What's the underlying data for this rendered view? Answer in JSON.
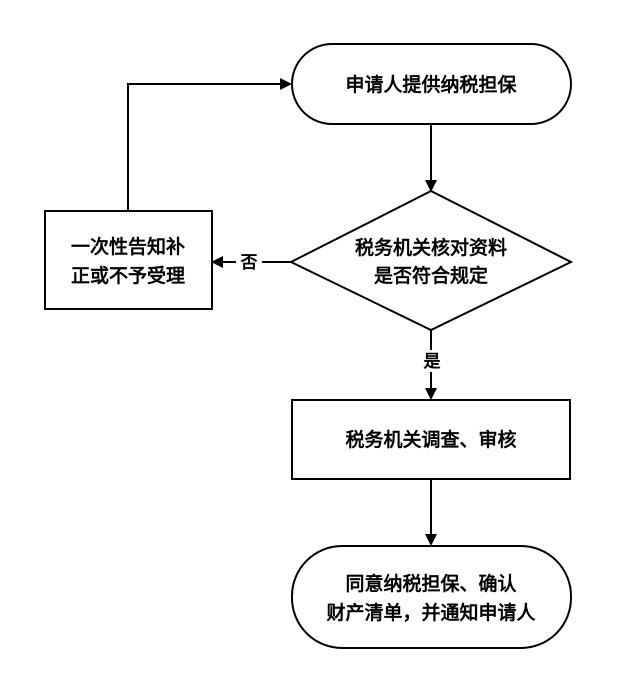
{
  "nodes": {
    "start": {
      "lines": [
        "申请人提供纳税担保"
      ]
    },
    "decision": {
      "lines": [
        "税务机关核对资料",
        "是否符合规定"
      ]
    },
    "reject": {
      "lines": [
        "一次性告知补",
        "正或不予受理"
      ]
    },
    "review": {
      "lines": [
        "税务机关调查、审核"
      ]
    },
    "end": {
      "lines": [
        "同意纳税担保、确认",
        "财产清单，并通知申请人"
      ]
    }
  },
  "edges": {
    "no_label": "否",
    "yes_label": "是"
  }
}
